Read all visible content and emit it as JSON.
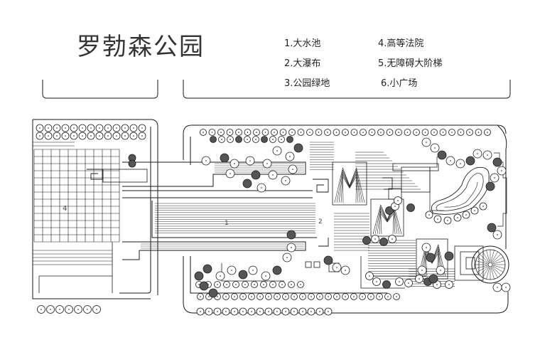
{
  "title": "罗勃森公园",
  "legend": [
    {
      "label": "1.大水池"
    },
    {
      "label": "2.大瀑布"
    },
    {
      "label": "3.公园绿地"
    },
    {
      "label": "4.高等法院"
    },
    {
      "label": "5.无障碍大阶梯"
    },
    {
      "label": "6.小广场"
    }
  ],
  "plan_labels": {
    "area_4": "4",
    "area_1": "1",
    "area_2": "2"
  }
}
